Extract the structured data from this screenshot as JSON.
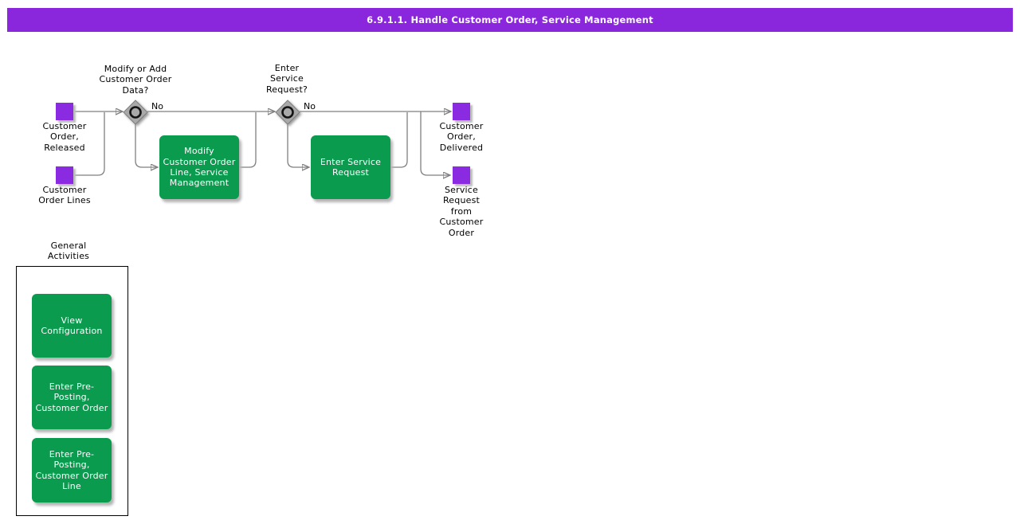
{
  "title_bar": {
    "text": "6.9.1.1. Handle Customer Order, Service Management"
  },
  "colors": {
    "title_bar_bg": "#8a26db",
    "event_purple": "#8a2be2",
    "activity_green": "#0a9b4f",
    "gateway_gray": "#a9a9a9",
    "connector_gray": "#7f7f7f"
  },
  "flow": {
    "start_events": [
      {
        "label": "Customer\nOrder,\nReleased"
      },
      {
        "label": "Customer\nOrder Lines"
      }
    ],
    "decisions": [
      {
        "question": "Modify or Add\nCustomer Order\nData?",
        "no_label": "No"
      },
      {
        "question": "Enter\nService\nRequest?",
        "no_label": "No"
      }
    ],
    "activities": [
      {
        "label": "Modify\nCustomer Order\nLine, Service\nManagement"
      },
      {
        "label": "Enter Service\nRequest"
      }
    ],
    "end_events": [
      {
        "label": "Customer\nOrder,\nDelivered"
      },
      {
        "label": "Service\nRequest\nfrom\nCustomer\nOrder"
      }
    ]
  },
  "general_activities": {
    "title": "General\nActivities",
    "items": [
      {
        "label": "View\nConfiguration"
      },
      {
        "label": "Enter Pre-\nPosting,\nCustomer Order"
      },
      {
        "label": "Enter Pre-\nPosting,\nCustomer Order\nLine"
      }
    ]
  }
}
